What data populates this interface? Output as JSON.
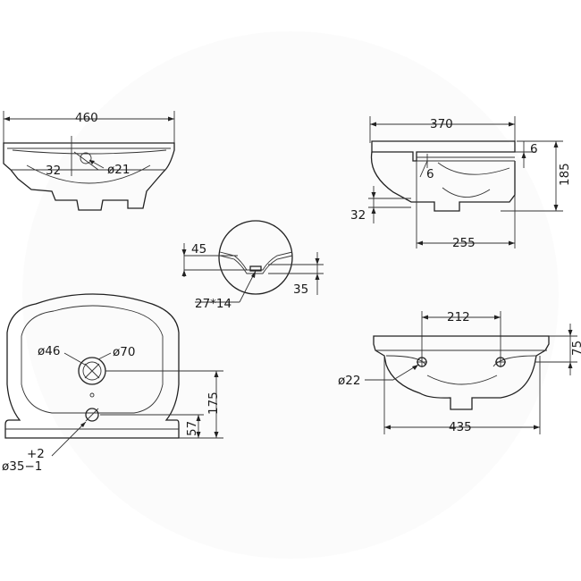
{
  "dimensions": {
    "front_width": "460",
    "front_tap_offset": "32",
    "front_tap_hole": "ø21",
    "side_depth": "370",
    "side_depth_lower": "255",
    "side_height": "185",
    "side_rim_a": "6",
    "side_rim_b": "6",
    "side_offset": "32",
    "overflow_height": "45",
    "overflow_depth": "35",
    "overflow_slot": "27*14",
    "top_hole_inner": "ø46",
    "top_hole_outer": "ø70",
    "top_drain_to_center": "175",
    "top_drain_offset": "57",
    "drain_tolerance_plus": "+2",
    "drain_diameter": "ø35−1",
    "rear_hole_spacing": "212",
    "rear_height": "75",
    "rear_hole_diameter": "ø22",
    "rear_width": "435"
  },
  "colors": {
    "line": "#222222",
    "background": "#ffffff",
    "watermark": "#f3f3f3"
  }
}
